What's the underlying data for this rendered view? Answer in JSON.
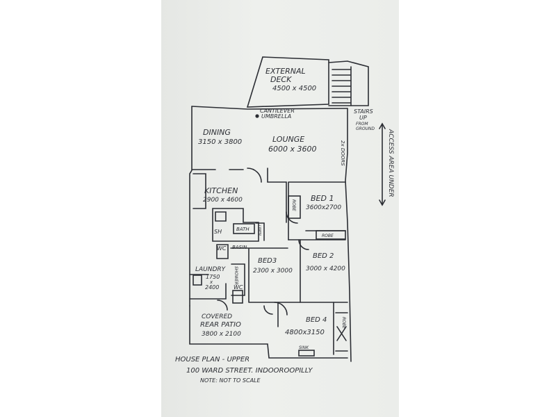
{
  "rooms": {
    "deck": {
      "name": "EXTERNAL",
      "name2": "DECK",
      "dims": "4500 x 4500"
    },
    "dining": {
      "name": "DINING",
      "dims": "3150 x 3800"
    },
    "lounge": {
      "name": "LOUNGE",
      "dims": "6000 x 3600"
    },
    "kitchen": {
      "name": "KITCHEN",
      "dims": "2900 x 4600"
    },
    "bed1": {
      "name": "BED 1",
      "dims": "3600x2700"
    },
    "bed2": {
      "name": "BED 2",
      "dims": "3000 x 4200"
    },
    "bed3": {
      "name": "BED3",
      "dims": "2300 x 3000"
    },
    "bed4": {
      "name": "BED 4",
      "dims": "4800x3150"
    },
    "laundry": {
      "name": "LAUNDRY",
      "dims1": "1750",
      "dims_x": "x",
      "dims2": "2400"
    },
    "patio": {
      "name": "COVERED",
      "name2": "REAR PATIO",
      "dims": "3800 x 2100"
    }
  },
  "labels": {
    "cantilever": "CANTILEVER",
    "umbrella": "UMBRELLA",
    "stairs": "STAIRS",
    "stairs_up": "UP",
    "stairs_from": "FROM",
    "stairs_ground": "GROUND",
    "access": "ACCESS AREA UNDER",
    "robe": "ROBE",
    "bath": "BATH",
    "basin": "BASIN",
    "shower": "SH",
    "wc": "WC",
    "linen": "LINEN",
    "sink": "SINK",
    "doors": "2x DOORS",
    "shower_vert": "SHOWER"
  },
  "footer": {
    "line1": "HOUSE PLAN - UPPER",
    "line2": "100 WARD STREET.  INDOOROOPILLY",
    "line3": "NOTE: NOT TO SCALE"
  }
}
